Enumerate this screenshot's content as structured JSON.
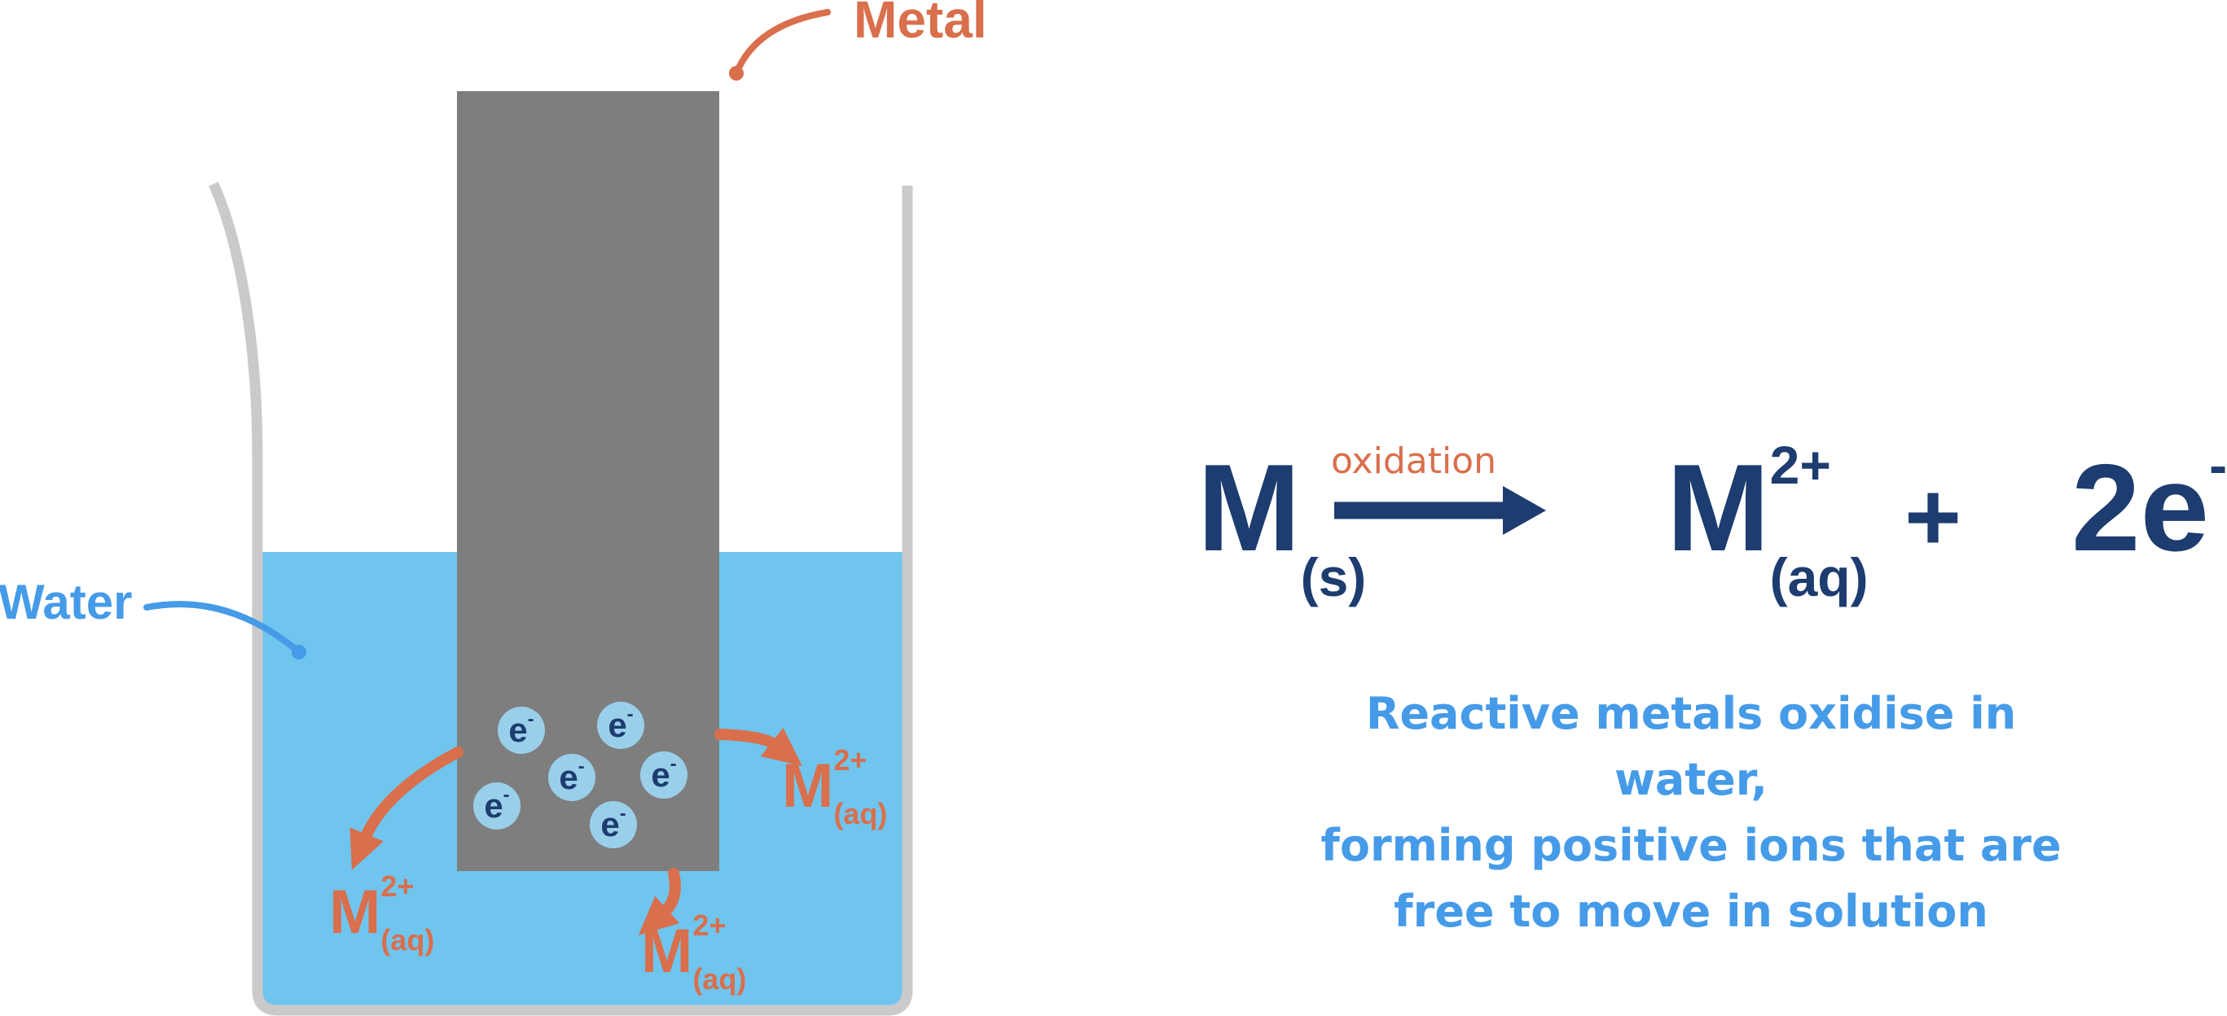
{
  "colors": {
    "orange": "#D96F4C",
    "blue": "#459BE8",
    "navy": "#1D3C6F",
    "water": "#6FC5EE",
    "metal": "#7E7E7E",
    "glass": "#CACACA",
    "electron_fill": "#9ACFEA"
  },
  "diagram": {
    "metal_label": "Metal",
    "water_label": "Water",
    "electron": {
      "base": "e",
      "charge": "-"
    },
    "ion": {
      "base": "M",
      "charge": "2+",
      "state": "(aq)"
    }
  },
  "equation": {
    "reactant": {
      "base": "M",
      "state": "(s)"
    },
    "arrow_label": "oxidation",
    "product_ion": {
      "base": "M",
      "charge": "2+",
      "state": "(aq)"
    },
    "plus_sign": "+",
    "electrons": {
      "base": "2e",
      "charge": "-"
    }
  },
  "caption": {
    "lines": [
      "Reactive metals oxidise in water,",
      "forming positive ions that are",
      "free to move in solution"
    ]
  }
}
